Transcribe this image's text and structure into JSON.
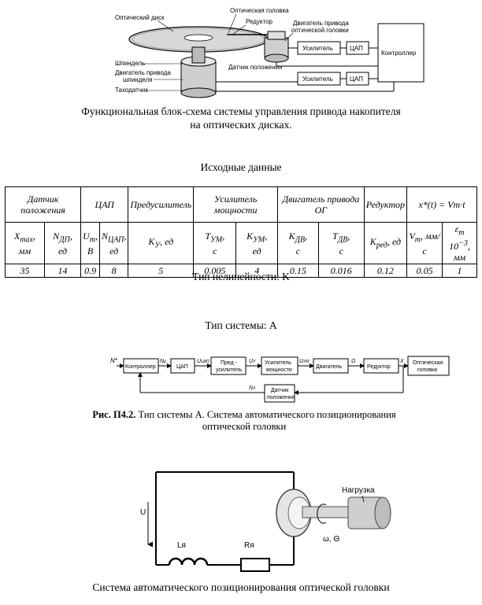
{
  "figure1": {
    "labels": {
      "disk": "Оптический диск",
      "head": "Оптическая головка",
      "reducer": "Редуктор",
      "head_motor": "Двигатель привода оптической головки",
      "spindle": "Шпиндель",
      "spindle_motor": "Двигатель привода шпинделя",
      "tacho": "Таходатчик",
      "amp1": "Усилитель",
      "dac1": "ЦАП",
      "controller": "Контроллер",
      "pos_sensor": "Датчик положения",
      "amp2": "Усилитель",
      "dac2": "ЦАП"
    },
    "caption": "Функциональная блок-схема системы управления привода накопителя на оптических дисках."
  },
  "table": {
    "title": "Исходные данные",
    "groups": [
      "Датчик положения",
      "ЦАП",
      "Предусилитель",
      "Усилитель мощности",
      "Двигатель привода ОГ",
      "Редуктор",
      "x*(t) = Vm·t"
    ],
    "values": [
      "35",
      "14",
      "0.9",
      "8",
      "5",
      "0.005",
      "4",
      "0.15",
      "0.016",
      "0.12",
      "0.05",
      "1"
    ]
  },
  "nonlinearity": "Тип нелинейности: K",
  "system_type": "Тип системы: А",
  "figure2": {
    "blocks": {
      "controller": "Контроллер",
      "dac": "ЦАП",
      "preamp": "Пред - усилитель",
      "power_amp": "Усилитель мощности",
      "motor": "Двигатель",
      "reducer": "Редуктор",
      "head": "Оптическая головка",
      "sensor": "Датчик положения"
    },
    "caption_bold": "Рис. П4.2.",
    "caption": " Тип системы А. Система автоматического позиционирования оптической головки"
  },
  "figure3": {
    "u_label": "U",
    "l_label": "Lя",
    "r_label": "Rя",
    "load_label": "Нагрузка",
    "omega_label": "ω, Θ",
    "caption": "Система автоматического позиционирования оптической головки"
  }
}
